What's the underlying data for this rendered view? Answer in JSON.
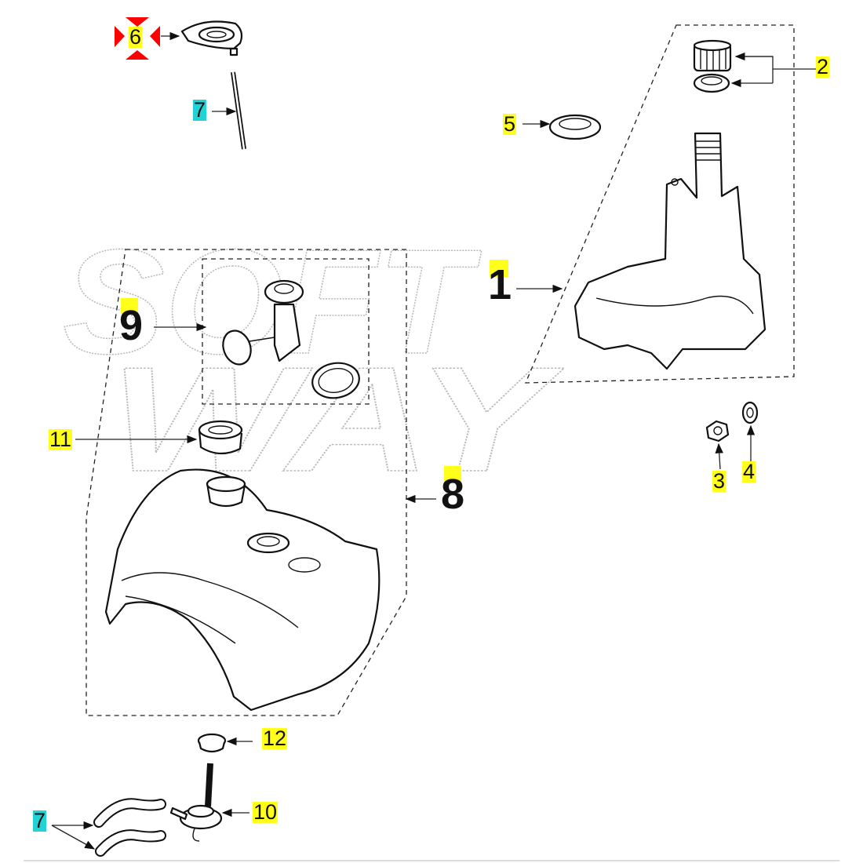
{
  "diagram": {
    "watermark": "SOFT WAY",
    "colors": {
      "yellow_highlight": "#ffff1a",
      "cyan_highlight": "#22d3d6",
      "selected_marker": "#ff0000"
    },
    "callouts": [
      {
        "id": "c6",
        "text": "6",
        "highlight": "yellow",
        "selected": true
      },
      {
        "id": "c7a",
        "text": "7",
        "highlight": "cyan"
      },
      {
        "id": "c5",
        "text": "5",
        "highlight": "yellow"
      },
      {
        "id": "c2",
        "text": "2",
        "highlight": "yellow"
      },
      {
        "id": "c1",
        "text": "1",
        "highlight": "yellow"
      },
      {
        "id": "c9",
        "text": "9",
        "highlight": "yellow"
      },
      {
        "id": "c11",
        "text": "11",
        "highlight": "yellow"
      },
      {
        "id": "c8",
        "text": "8",
        "highlight": "yellow"
      },
      {
        "id": "c3",
        "text": "3",
        "highlight": "yellow"
      },
      {
        "id": "c4",
        "text": "4",
        "highlight": "yellow"
      },
      {
        "id": "c12",
        "text": "12",
        "highlight": "yellow"
      },
      {
        "id": "c10",
        "text": "10",
        "highlight": "yellow"
      },
      {
        "id": "c7b",
        "text": "7",
        "highlight": "cyan"
      }
    ]
  }
}
